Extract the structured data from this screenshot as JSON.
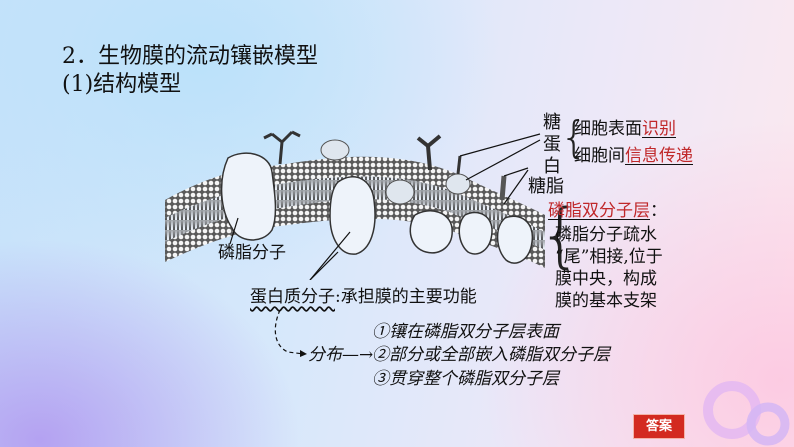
{
  "slide": {
    "title": "2．生物膜的流动镶嵌模型",
    "subtitle": "(1)结构模型"
  },
  "diagram": {
    "labels": {
      "glycoprotein": [
        "糖",
        "蛋",
        "白"
      ],
      "glycoprotein_fn1_prefix": "细胞表面",
      "glycoprotein_fn1_answer": "识别",
      "glycoprotein_fn2_prefix": "细胞间",
      "glycoprotein_fn2_answer": "信息传递",
      "glycolipid": "糖脂",
      "bilayer_answer": "磷脂双分子层",
      "bilayer_colon": "：",
      "bilayer_desc": [
        "磷脂分子疏水",
        "“尾”相接,位于",
        "膜中央，构成",
        "膜的基本支架"
      ],
      "phospholipid": "磷脂分子",
      "protein_term": "蛋白质分子",
      "protein_desc": ":承担膜的主要功能"
    },
    "distribution": {
      "label": "分布",
      "arrow": "—→",
      "items": [
        "①镶在磷脂双分子层表面",
        "②部分或全部嵌入磷脂双分子层",
        "③贯穿整个磷脂双分子层"
      ]
    }
  },
  "buttons": {
    "answer": "答案"
  },
  "colors": {
    "answer_red": "#c0282a",
    "button_red": "#d32a20"
  }
}
